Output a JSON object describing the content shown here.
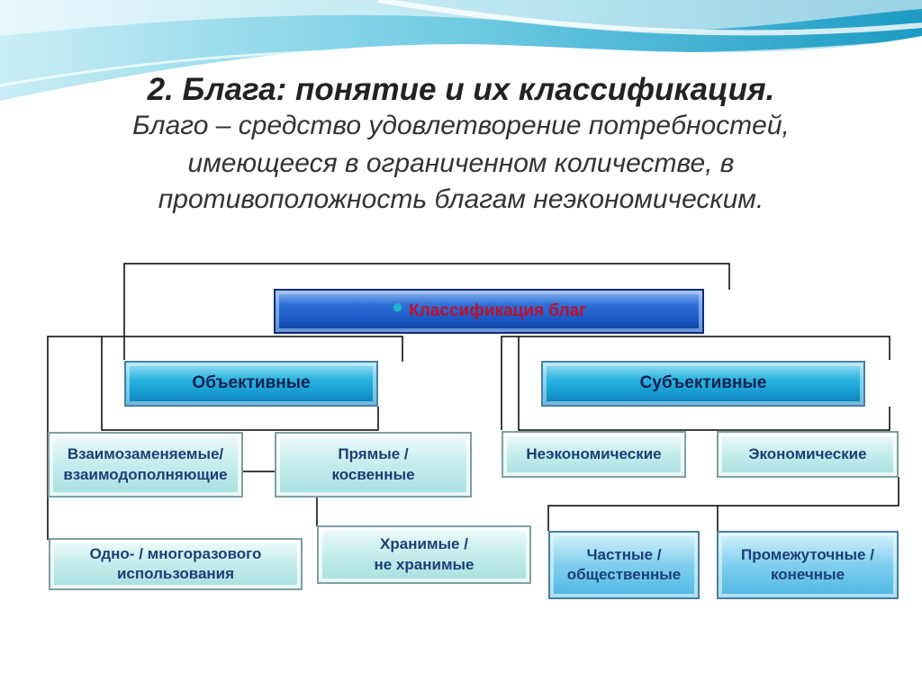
{
  "title": "2. Блага: понятие и их классификация.",
  "definition_lines": [
    "Благо – средство удовлетворение потребностей,",
    "имеющееся в ограниченном количестве, в",
    "противоположность благам неэкономическим."
  ],
  "diagram": {
    "root": "Классификация благ",
    "objective": "Объективные",
    "subjective": "Субъективные",
    "interchangeable": [
      "Взаимозаменяемые/",
      "взаимодополняющие"
    ],
    "direct": [
      "Прямые /",
      "косвенные"
    ],
    "single_multi": [
      "Одно- / многоразового",
      "использования"
    ],
    "storable": [
      "Хранимые /",
      "не хранимые"
    ],
    "non_economic": "Неэкономические",
    "economic": "Экономические",
    "private_public": [
      "Частные /",
      "общественные"
    ],
    "intermediate_final": [
      "Промежуточные /",
      "конечные"
    ]
  },
  "colors": {
    "root_text": "#c0102a",
    "header_text": "#102050",
    "leaf_text": "#1c3f78",
    "wave": "#7fd0e6"
  }
}
